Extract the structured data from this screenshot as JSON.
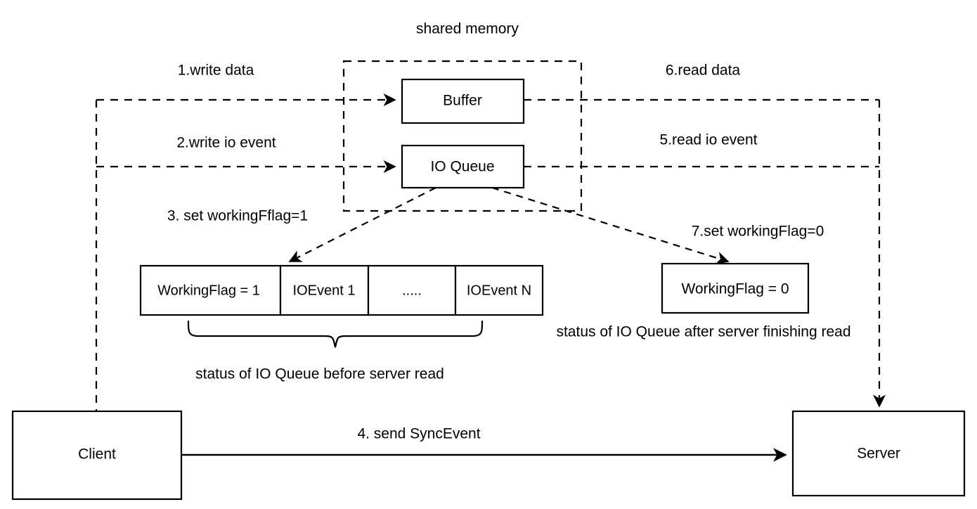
{
  "diagram": {
    "title": "shared memory",
    "nodes": {
      "buffer": "Buffer",
      "io_queue": "IO Queue",
      "client": "Client",
      "server": "Server",
      "working_flag_after": "WorkingFlag = 0"
    },
    "steps": {
      "s1": "1.write data",
      "s2": "2.write io event",
      "s3": "3. set workingFflag=1",
      "s4": "4. send SyncEvent",
      "s5": "5.read io event",
      "s6": "6.read data",
      "s7": "7.set workingFlag=0"
    },
    "io_queue_row": {
      "cells": [
        "WorkingFlag = 1",
        "IOEvent 1",
        ".....",
        "IOEvent N"
      ]
    },
    "captions": {
      "before": "status of IO Queue before server read",
      "after": "status of IO Queue after server finishing read"
    },
    "colors": {
      "stroke": "#000000",
      "fill": "#ffffff",
      "text": "#000000"
    }
  }
}
